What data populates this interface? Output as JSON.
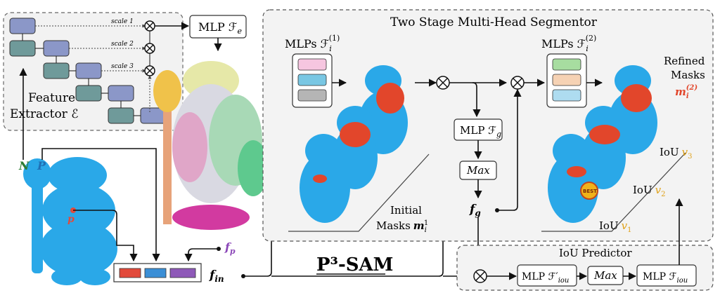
{
  "feature_extractor": {
    "label_line1": "Feature",
    "label_line2": "Extractor ℰ",
    "scales": [
      "scale 1",
      "scale 2",
      "scale 3"
    ]
  },
  "mlp_fe": "MLP ℱ",
  "mlp_fe_sub": "e",
  "segmentor": {
    "title": "Two Stage Multi-Head Segmentor",
    "mlps1": "MLPs ℱ",
    "mlps1_sub": "i",
    "mlps1_sup": "(1)",
    "mlps2": "MLPs ℱ",
    "mlps2_sub": "i",
    "mlps2_sup": "(2)",
    "mlp_fg": "MLP ℱ",
    "mlp_fg_sub": "g",
    "max": "Max",
    "initial_masks_line1": "Initial",
    "initial_masks_line2": "Masks",
    "initial_masks_var": "m",
    "initial_masks_sub": "i",
    "initial_masks_sup": "1",
    "refined_masks_line1": "Refined",
    "refined_masks_line2": "Masks",
    "refined_masks_var": "m",
    "refined_masks_sub": "i",
    "refined_masks_sup": "(2)",
    "iou_labels": [
      {
        "text": "IoU",
        "var": "v",
        "sub": "3"
      },
      {
        "text": "IoU",
        "var": "v",
        "sub": "2"
      },
      {
        "text": "IoU",
        "var": "v",
        "sub": "1"
      }
    ],
    "best_badge": "BEST"
  },
  "iou_predictor": {
    "title": "IoU Predictor",
    "mlp_iou_prime": "MLP ℱ′",
    "mlp_iou_prime_sub": "iou",
    "max": "Max",
    "mlp_iou": "MLP ℱ",
    "mlp_iou_sub": "iou"
  },
  "method_title": "P³-SAM",
  "inputs": {
    "N": "N",
    "P": "P",
    "p": "p"
  },
  "features": {
    "fin": "f",
    "fin_sub": "in",
    "fp": "f",
    "fp_sub": "p",
    "fg": "f",
    "fg_sub": "g"
  },
  "colors": {
    "blue_model": "#2aa8e8",
    "mask_red": "#e2462b",
    "accent_green": "#2e7d32",
    "accent_blue": "#1f6fb5",
    "accent_purple": "#8b47b8",
    "accent_orange": "#e0a21a",
    "concat_red": "#e24a3b",
    "concat_blue": "#3b8fd6",
    "concat_purple": "#8e59b8",
    "mlp1_pink": "#f6c6e0",
    "mlp1_cyan": "#79c7e3",
    "mlp1_gray": "#b5b5b5",
    "mlp2_green": "#a7dda0",
    "mlp2_peach": "#f6d2b4",
    "mlp2_lightblue": "#aedcf0"
  }
}
